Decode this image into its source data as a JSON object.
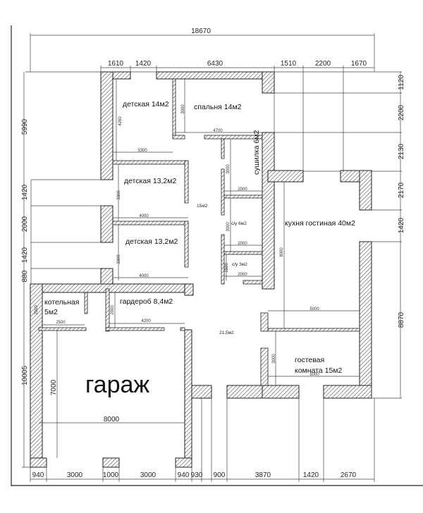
{
  "overall_dimension": "18670",
  "top_dimensions": [
    "1610",
    "1420",
    "6430",
    "1510",
    "2200",
    "1670"
  ],
  "right_dimensions": [
    "1120",
    "2200",
    "2130",
    "2170",
    "1420",
    "8870"
  ],
  "left_dimensions": [
    "5990",
    "1420",
    "2000",
    "1420",
    "880",
    "10005"
  ],
  "bottom_dimensions": [
    "940",
    "3000",
    "1000",
    "3000",
    "940",
    "930",
    "900",
    "3870",
    "1420",
    "2670"
  ],
  "rooms": {
    "kids1": "детская 14м2",
    "bedroom": "спальня 14м2",
    "dryer": "сушилка 6м2",
    "kids2": "детская 13,2м2",
    "hall1": "15м2",
    "kitchen": "кухня гостиная 40м2",
    "bath1": "с/у 6м2",
    "kids3": "детская 13,2м2",
    "bath2": "с/у 3м2",
    "boiler_l1": "котельная",
    "boiler_l2": "5м2",
    "wardrobe": "гардероб 8,4м2",
    "hall2": "21,5м2",
    "guest_l1": "гостевая",
    "guest_l2": "комната 15м2",
    "garage": "гараж"
  },
  "interior_dimensions": {
    "kids1_h": "4260",
    "bedroom_h": "3000",
    "bedroom_w": "4700",
    "kids1_w": "3300",
    "dryer_h": "3000",
    "dryer_w": "2000",
    "kids2_h": "3300",
    "kids2_w": "4000",
    "bath1_h": "3000",
    "bath1_w": "2000",
    "kids3_h": "3300",
    "kids3_w": "4000",
    "bath2_h": "1500",
    "bath2_w": "2000",
    "kitchen_h": "8000",
    "boiler_h": "2000",
    "boiler_w": "2500",
    "wardrobe_h": "2000",
    "wardrobe_w": "4200",
    "kitchen_w": "5000",
    "guest_h": "3000",
    "guest_w": "5000",
    "garage_h": "7000",
    "garage_w": "8000"
  }
}
